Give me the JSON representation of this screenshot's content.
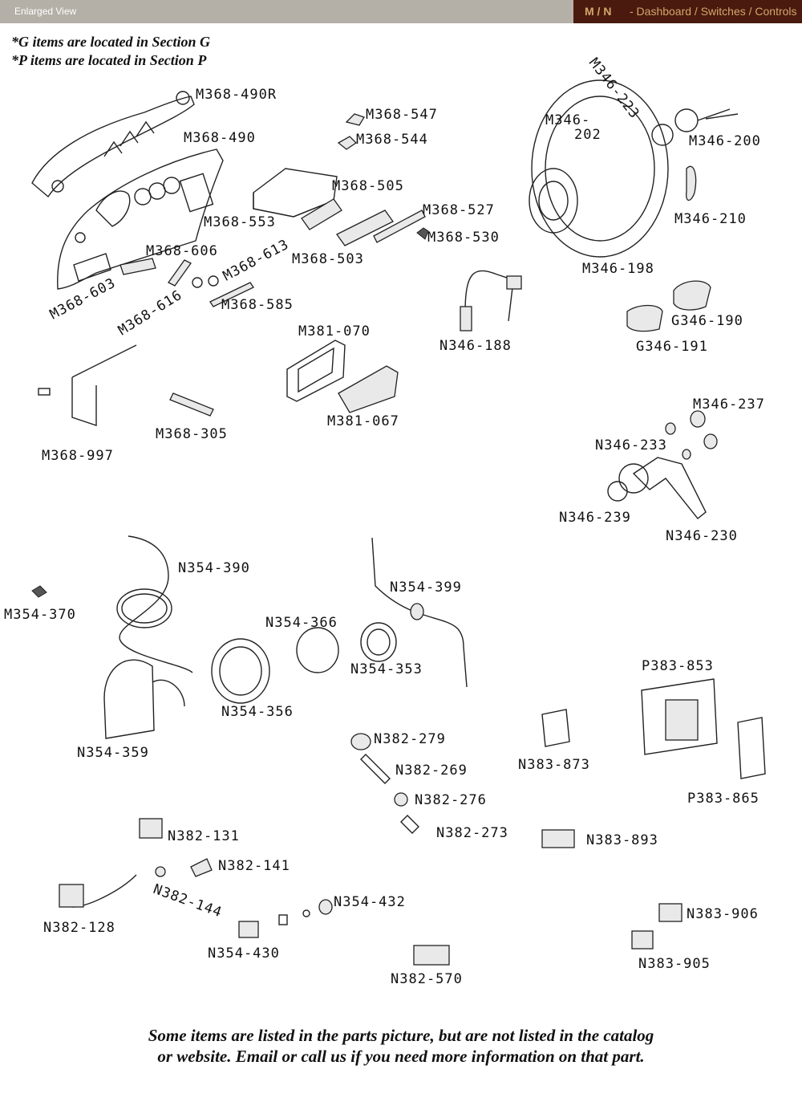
{
  "header": {
    "left_title": "Enlarged View",
    "code": "M / N",
    "section": "- Dashboard / Switches / Controls"
  },
  "notes": {
    "g_items": "*G items are located in Section G",
    "p_items": "*P items are located in Section P"
  },
  "footer": {
    "line1": "Some items are listed in the parts picture, but are not listed in the catalog",
    "line2": "or website. Email or call us if you need more information on that part."
  },
  "parts": {
    "m368_490r": "M368-490R",
    "m368_490": "M368-490",
    "m368_547": "M368-547",
    "m368_544": "M368-544",
    "m368_505": "M368-505",
    "m368_553": "M368-553",
    "m368_527": "M368-527",
    "m368_530": "M368-530",
    "m368_503": "M368-503",
    "m368_606": "M368-606",
    "m368_613": "M368-613",
    "m368_603": "M368-603",
    "m368_616": "M368-616",
    "m368_585": "M368-585",
    "m381_070": "M381-070",
    "m381_067": "M381-067",
    "m368_305": "M368-305",
    "m368_997": "M368-997",
    "m346_223": "M346-223",
    "m346_202a": "M346-",
    "m346_202b": "202",
    "m346_200": "M346-200",
    "m346_210": "M346-210",
    "m346_198": "M346-198",
    "n346_188": "N346-188",
    "g346_190": "G346-190",
    "g346_191": "G346-191",
    "m346_237": "M346-237",
    "n346_233": "N346-233",
    "n346_239": "N346-239",
    "n346_230": "N346-230",
    "n354_390": "N354-390",
    "m354_370": "M354-370",
    "n354_399": "N354-399",
    "n354_366": "N354-366",
    "n354_353": "N354-353",
    "n354_356": "N354-356",
    "n354_359": "N354-359",
    "p383_853": "P383-853",
    "p383_865": "P383-865",
    "n383_873": "N383-873",
    "n382_279": "N382-279",
    "n382_269": "N382-269",
    "n382_276": "N382-276",
    "n382_273": "N382-273",
    "n383_893": "N383-893",
    "n382_131": "N382-131",
    "n382_141": "N382-141",
    "n382_144": "N382-144",
    "n382_128": "N382-128",
    "n354_432": "N354-432",
    "n354_430": "N354-430",
    "n382_570": "N382-570",
    "n383_906": "N383-906",
    "n383_905": "N383-905"
  }
}
